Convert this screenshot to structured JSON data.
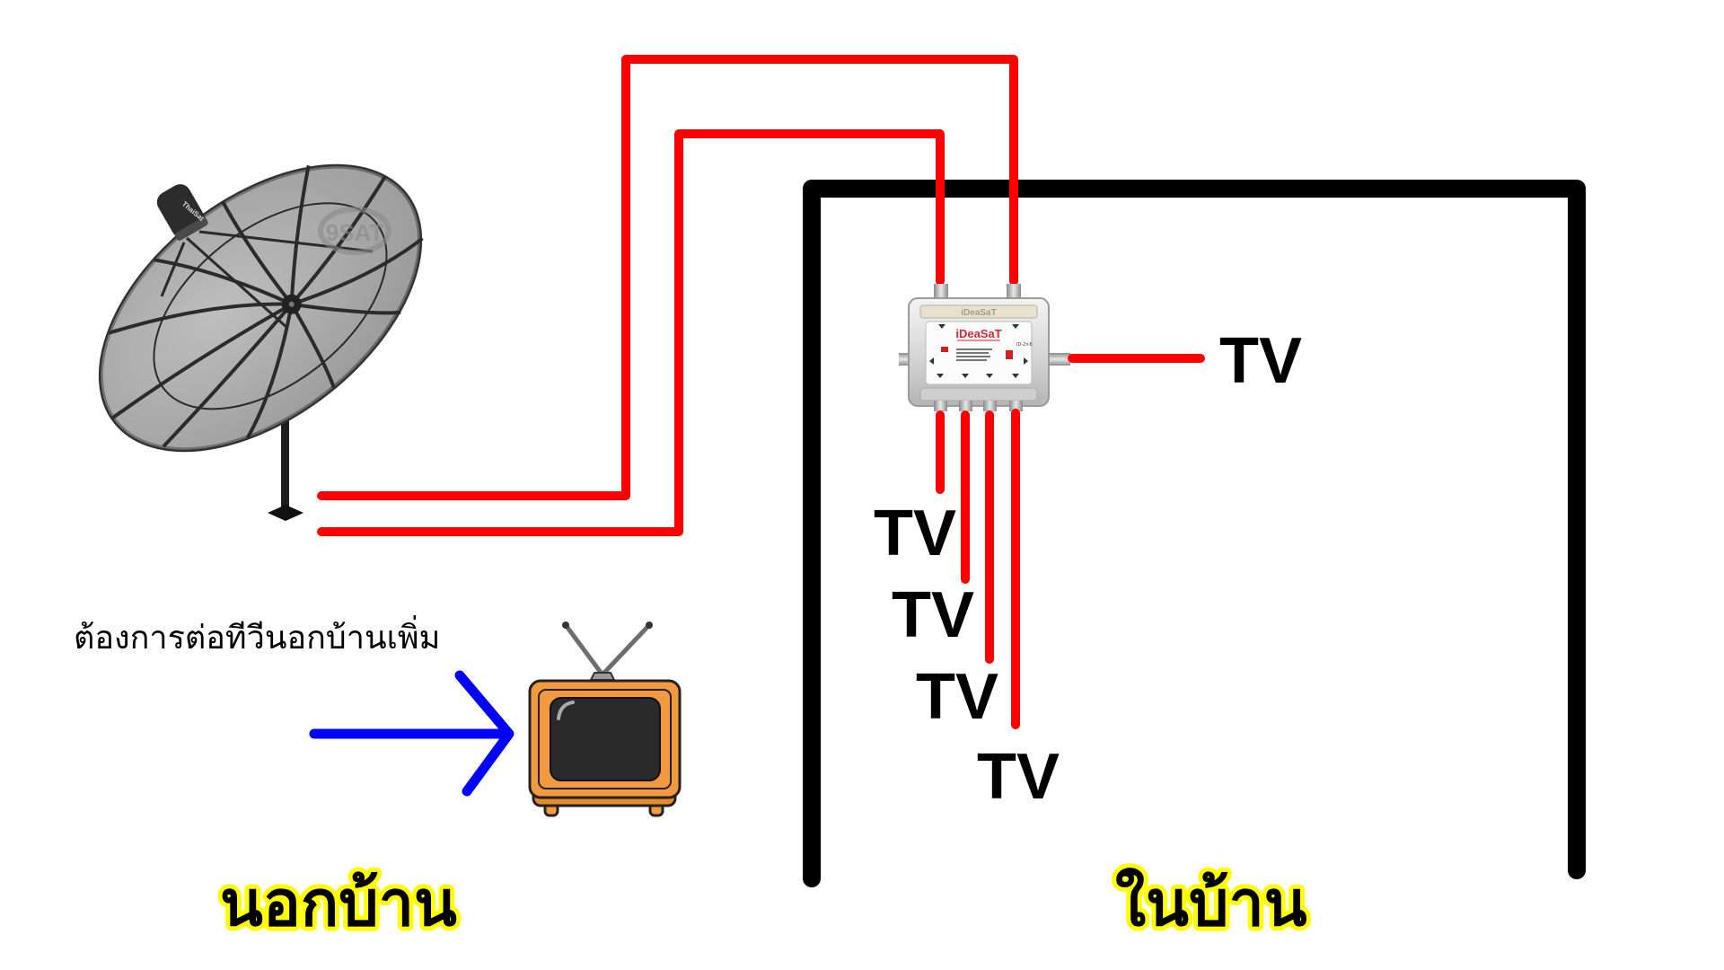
{
  "diagram": {
    "title_note": "ต้องการต่อทีวีนอกบ้านเพิ่ม",
    "zones": {
      "outside_label": "นอกบ้าน",
      "inside_label": "ในบ้าน"
    },
    "devices": {
      "dish": {
        "icon": "satellite-dish-icon",
        "lnb_brand": "ThaiSat",
        "watermark": "9SAT"
      },
      "multiswitch": {
        "icon": "multiswitch-icon",
        "brand": "iDeaSaT",
        "model": "ID-2×6"
      },
      "outdoor_tv": {
        "icon": "retro-tv-icon"
      }
    },
    "outputs": [
      {
        "label": "TV",
        "position": "right"
      },
      {
        "label": "TV",
        "position": "down-1"
      },
      {
        "label": "TV",
        "position": "down-2"
      },
      {
        "label": "TV",
        "position": "down-3"
      },
      {
        "label": "TV",
        "position": "down-4"
      }
    ],
    "connections": [
      {
        "from": "dish",
        "to": "multiswitch-input-2",
        "color": "#ff0000"
      },
      {
        "from": "dish",
        "to": "multiswitch-input-1",
        "color": "#ff0000"
      },
      {
        "from": "multiswitch-out-right",
        "to": "TV",
        "color": "#ff0000"
      },
      {
        "from": "multiswitch-out-1",
        "to": "TV",
        "color": "#ff0000"
      },
      {
        "from": "multiswitch-out-2",
        "to": "TV",
        "color": "#ff0000"
      },
      {
        "from": "multiswitch-out-3",
        "to": "TV",
        "color": "#ff0000"
      },
      {
        "from": "multiswitch-out-4",
        "to": "TV",
        "color": "#ff0000"
      }
    ],
    "colors": {
      "cable": "#ff0000",
      "wall": "#000000",
      "arrow": "#0000ff",
      "zone_outline": "#ffff00",
      "tv_body": "#f39a3e"
    }
  }
}
